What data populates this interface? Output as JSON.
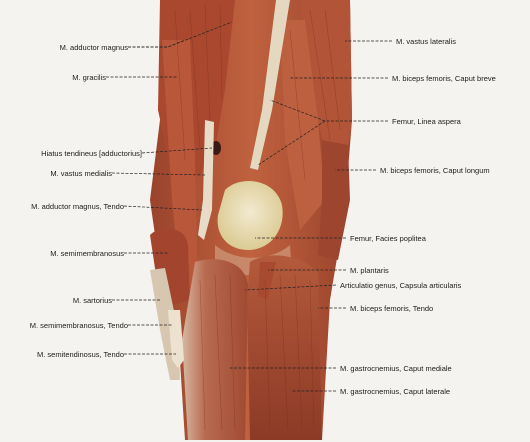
{
  "labels": {
    "adductor_magnus": "M. adductor magnus",
    "gracilis": "M. gracilis",
    "hiatus_tendineus": "Hiatus tendineus [adductorius]",
    "vastus_medialis": "M. vastus medialis",
    "adductor_magnus_tendo": "M. adductor magnus, Tendo",
    "semimembranosus": "M. semimembranosus",
    "sartorius": "M. sartorius",
    "semimembranosus_tendo": "M. semimembranosus, Tendo",
    "semitendinosus_tendo": "M. semitendinosus, Tendo",
    "vastus_lateralis": "M. vastus lateralis",
    "biceps_caput_breve": "M. biceps femoris, Caput breve",
    "linea_aspera": "Femur, Linea aspera",
    "biceps_caput_longum": "M. biceps femoris, Caput longum",
    "facies_poplitea": "Femur, Facies poplitea",
    "plantaris": "M. plantaris",
    "capsula": "Articulatio genus, Capsula articularis",
    "biceps_tendo": "M. biceps femoris, Tendo",
    "gastro_mediale": "M. gastrocnemius, Caput mediale",
    "gastro_laterale": "M. gastrocnemius, Caput laterale"
  },
  "colors": {
    "background": "#f4f3ef",
    "muscle_dark": "#8e3a26",
    "muscle_mid": "#b5563a",
    "muscle_light": "#cf7a5c",
    "tendon": "#e8dcc8",
    "bone": "#e6d9a8",
    "leader": "#222222"
  }
}
